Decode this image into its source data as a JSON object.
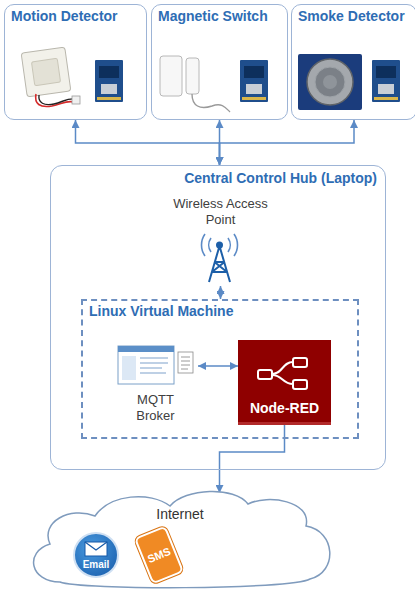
{
  "diagram": {
    "nodes": [
      {
        "text": [
          "Motion Detector"
        ]
      },
      {
        "text": [
          "Magnetic Switch"
        ]
      },
      {
        "text": [
          "Smoke Detector"
        ]
      },
      {
        "text": [
          "Central Control Hub (Laptop)"
        ]
      },
      {
        "text": [
          "Wireless Access Point"
        ],
        "in": 3
      },
      {
        "text": [
          "Linux Virtual Machine"
        ],
        "in": 3
      },
      {
        "text": [
          "MQTT Broker"
        ],
        "in": 5
      },
      {
        "text": [
          "Node-RED"
        ],
        "in": 5
      },
      {
        "text": [
          "Internet"
        ]
      },
      {
        "text": [
          "Email"
        ],
        "in": 8
      },
      {
        "text": [
          "SMS"
        ],
        "in": 8
      }
    ],
    "edges": [
      {
        "from": 0,
        "to": 3,
        "arrow": "both"
      },
      {
        "from": 1,
        "to": 3,
        "arrow": "both"
      },
      {
        "from": 2,
        "to": 3,
        "arrow": "both"
      },
      {
        "from": 4,
        "to": 5,
        "arrow": "both"
      },
      {
        "from": 6,
        "to": 7,
        "arrow": "both"
      },
      {
        "from": 7,
        "to": 8,
        "arrow": "to"
      }
    ]
  }
}
